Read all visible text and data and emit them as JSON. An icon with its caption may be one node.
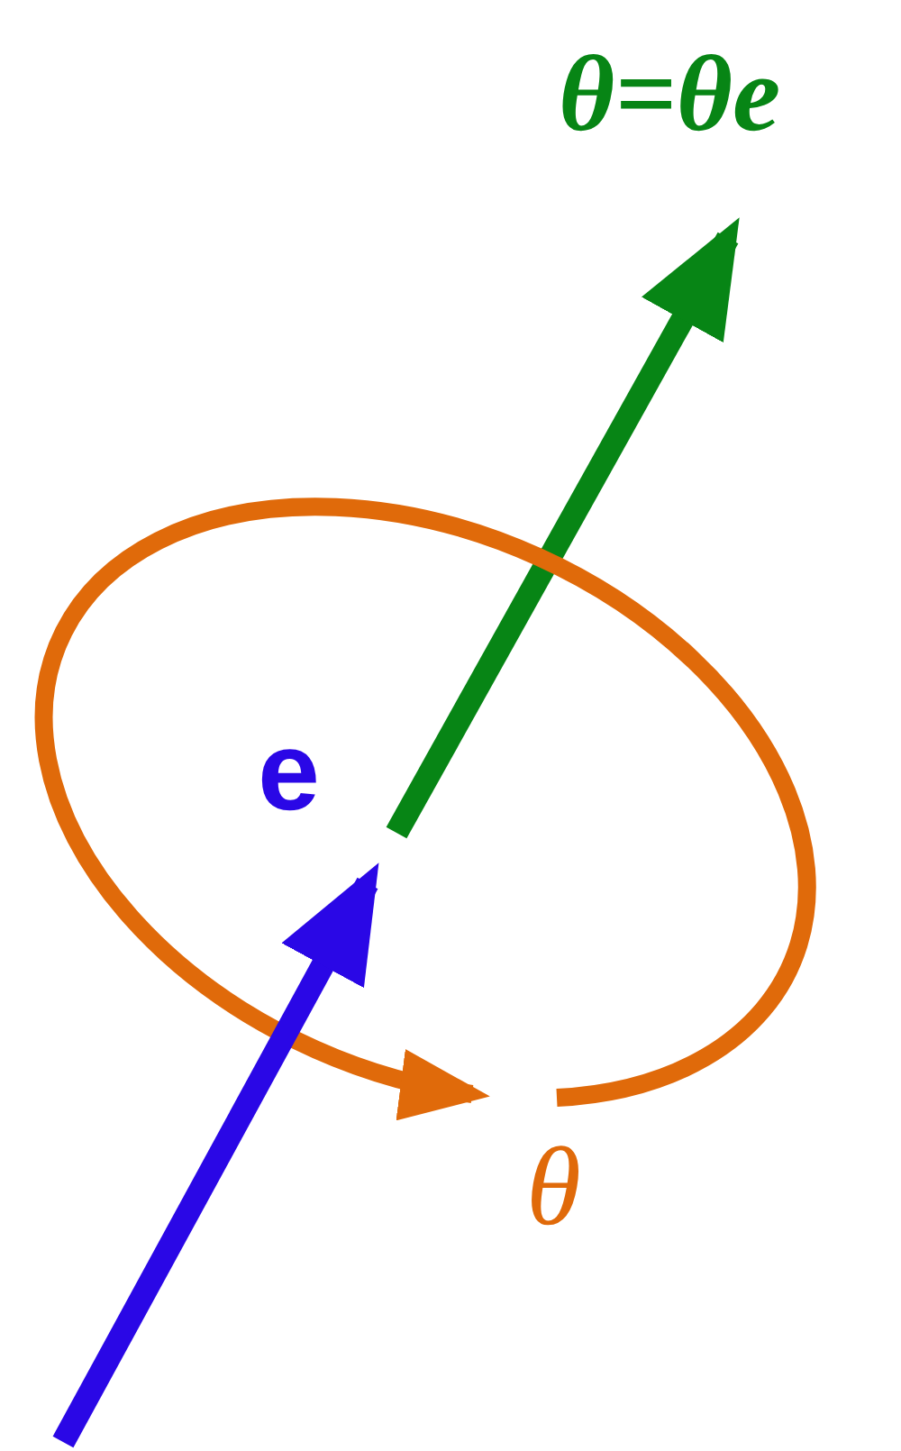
{
  "diagram": {
    "labels": [
      "θ=θe",
      "e",
      "θ"
    ]
  }
}
